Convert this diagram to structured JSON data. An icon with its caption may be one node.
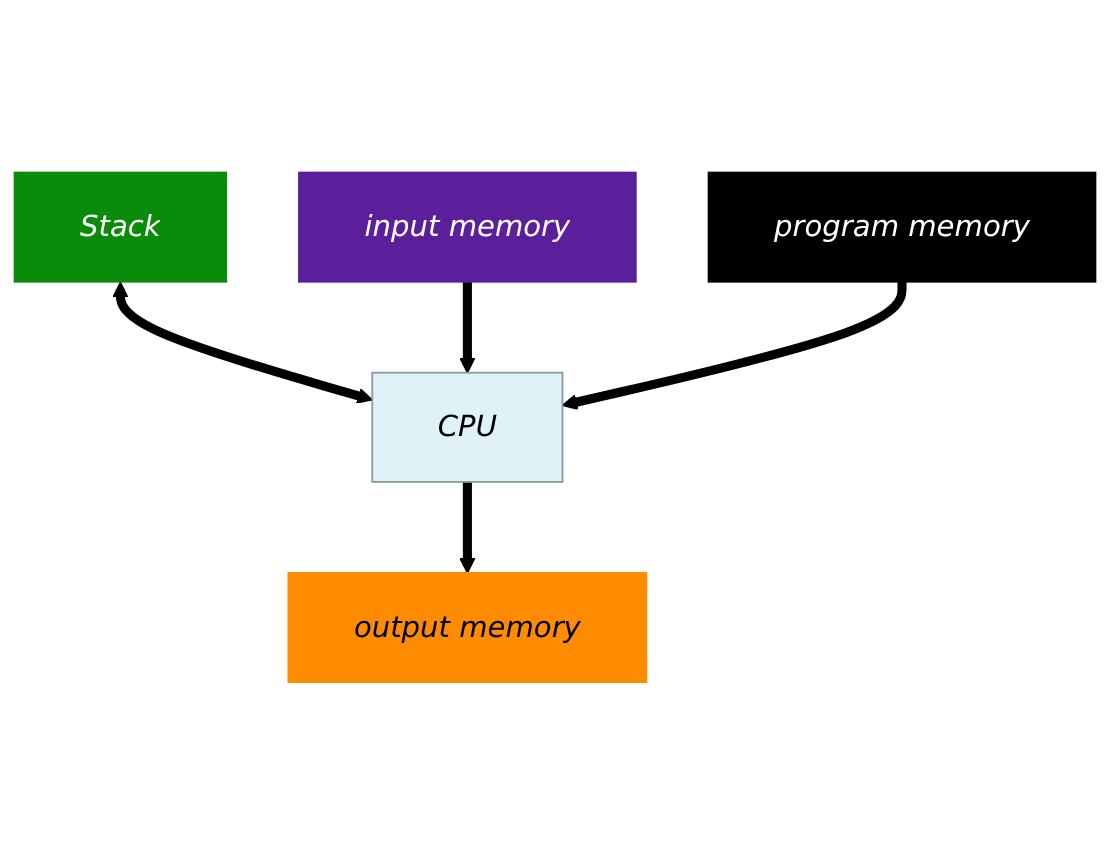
{
  "diagram": {
    "nodes": [
      {
        "text": [
          "Stack"
        ]
      },
      {
        "text": [
          "CPU"
        ]
      },
      {
        "text": [
          "input memory"
        ]
      },
      {
        "text": [
          "output memory"
        ]
      },
      {
        "text": [
          "program memory"
        ]
      }
    ],
    "edges": [
      {
        "from": 0,
        "to": 1,
        "arrow": "both"
      },
      {
        "from": 2,
        "to": 1,
        "arrow": "to"
      },
      {
        "from": 1,
        "to": 3,
        "arrow": "to"
      },
      {
        "from": 4,
        "to": 1,
        "arrow": "to"
      }
    ]
  }
}
